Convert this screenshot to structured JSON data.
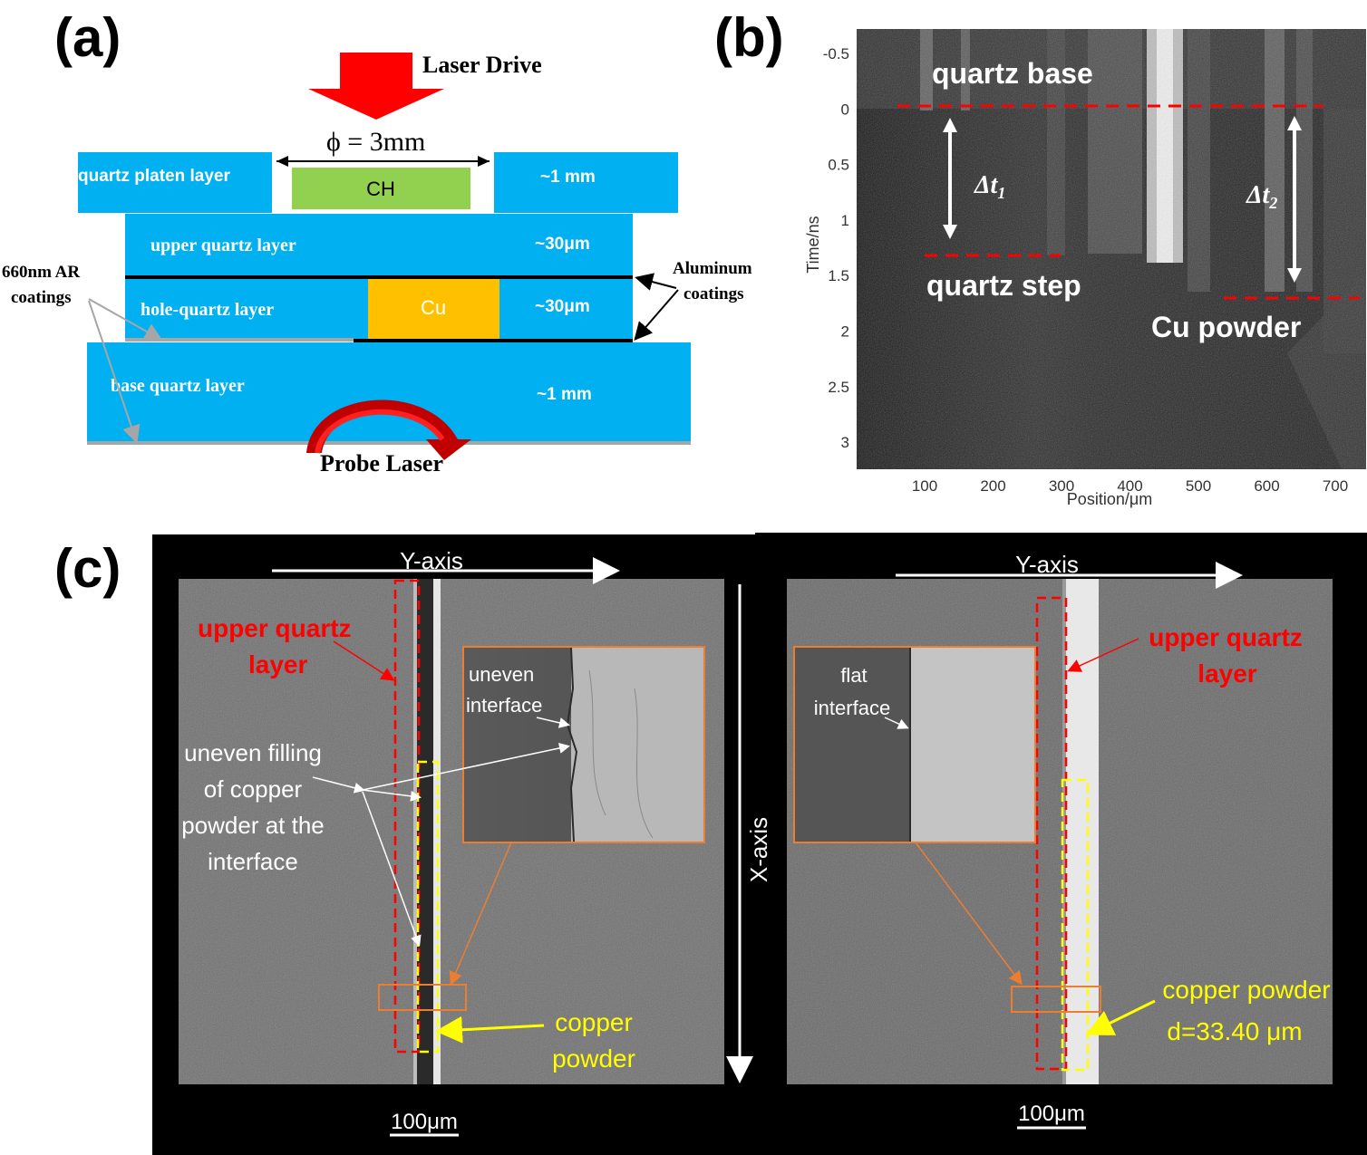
{
  "panel_a": {
    "label": "(a)",
    "laser_drive": "Laser Drive",
    "diameter": "ϕ = 3mm",
    "ch": "CH",
    "quartz_platen": "quartz platen layer",
    "platen_thickness": "~1 mm",
    "upper_quartz": "upper quartz  layer",
    "upper_thickness": "~30μm",
    "hole_quartz": "hole-quartz  layer",
    "cu": "Cu",
    "hole_thickness": "~30μm",
    "base_quartz": "base  quartz  layer",
    "base_thickness": "~1 mm",
    "ar_line1": "660nm AR",
    "ar_line2": "coatings",
    "al_line1": "Aluminum",
    "al_line2": "coatings",
    "probe_laser": "Probe Laser"
  },
  "panel_b": {
    "label": "(b)",
    "quartz_base": "quartz base",
    "quartz_step": "quartz step",
    "cu_powder": "Cu powder",
    "dt1_base": "Δt",
    "dt1_sub": "1",
    "dt2_base": "Δt",
    "dt2_sub": "2",
    "ylabel": "Time/ns",
    "xlabel": "Position/μm",
    "yticks": [
      "-0.5",
      "0",
      "0.5",
      "1",
      "1.5",
      "2",
      "2.5",
      "3"
    ],
    "xticks": [
      "100",
      "200",
      "300",
      "400",
      "500",
      "600",
      "700"
    ]
  },
  "panel_c": {
    "label": "(c)",
    "left": {
      "y_axis": "Y-axis",
      "x_axis": "X-axis",
      "upper_quartz_1": "upper  quartz",
      "upper_quartz_2": "layer",
      "inset_line1": "uneven",
      "inset_line2": "interface",
      "filling_1": "uneven filling",
      "filling_2": "of copper",
      "filling_3": "powder at the",
      "filling_4": "interface",
      "copper_1": "copper",
      "copper_2": "powder",
      "scale": "100μm"
    },
    "right": {
      "y_axis": "Y-axis",
      "upper_quartz_1": "upper  quartz",
      "upper_quartz_2": "layer",
      "inset_line1": "flat",
      "inset_line2": "interface",
      "copper_1": "copper powder",
      "copper_2": "d=33.40 μm",
      "scale": "100μm"
    }
  },
  "colors": {
    "quartz_blue": "#00b0f0",
    "ch_green": "#92d050",
    "cu_orange": "#ffc000",
    "laser_red": "#ff0000",
    "dashed_red": "#ff0000",
    "dashed_yellow": "#ffff00",
    "inset_orange": "#ed7d31"
  }
}
